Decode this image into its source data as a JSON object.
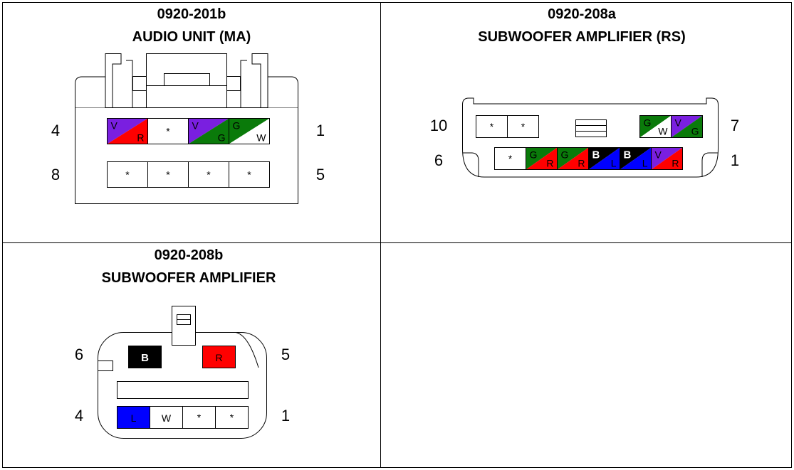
{
  "colors": {
    "V": "#7a1fe0",
    "R": "#ff0000",
    "G": "#0a7a0a",
    "W": "#ffffff",
    "B": "#000000",
    "L": "#0000ff"
  },
  "connectors": [
    {
      "id": "c1",
      "code": "0920-201b",
      "name": "AUDIO UNIT (MA)",
      "pin_labels": {
        "top_left": "4",
        "top_right": "1",
        "bottom_left": "8",
        "bottom_right": "5"
      },
      "row_top": [
        {
          "c1": "V",
          "c2": "R"
        },
        {
          "star": "*"
        },
        {
          "c1": "V",
          "c2": "G"
        },
        {
          "c1": "G",
          "c2": "W"
        }
      ],
      "row_bottom": [
        {
          "star": "*"
        },
        {
          "star": "*"
        },
        {
          "star": "*"
        },
        {
          "star": "*"
        }
      ]
    },
    {
      "id": "c2",
      "code": "0920-208a",
      "name": "SUBWOOFER AMPLIFIER (RS)",
      "pin_labels": {
        "top_left": "10",
        "top_right": "7",
        "bottom_left": "6",
        "bottom_right": "1"
      },
      "row_top_left": [
        {
          "star": "*"
        },
        {
          "star": "*"
        }
      ],
      "row_top_right": [
        {
          "c1": "G",
          "c2": "W"
        },
        {
          "c1": "V",
          "c2": "G"
        }
      ],
      "row_bottom": [
        {
          "star": "*"
        },
        {
          "c1": "G",
          "c2": "R"
        },
        {
          "c1": "G",
          "c2": "R"
        },
        {
          "c1": "B",
          "c2": "L"
        },
        {
          "c1": "B",
          "c2": "L"
        },
        {
          "c1": "V",
          "c2": "R"
        }
      ]
    },
    {
      "id": "c3",
      "code": "0920-208b",
      "name": "SUBWOOFER AMPLIFIER",
      "pin_labels": {
        "top_left": "6",
        "top_right": "5",
        "bottom_left": "4",
        "bottom_right": "1"
      },
      "row_top": [
        {
          "solid": "B"
        },
        {
          "solid": "R"
        }
      ],
      "row_bottom": [
        {
          "solid": "L"
        },
        {
          "solid": "W"
        },
        {
          "star": "*"
        },
        {
          "star": "*"
        }
      ]
    }
  ]
}
